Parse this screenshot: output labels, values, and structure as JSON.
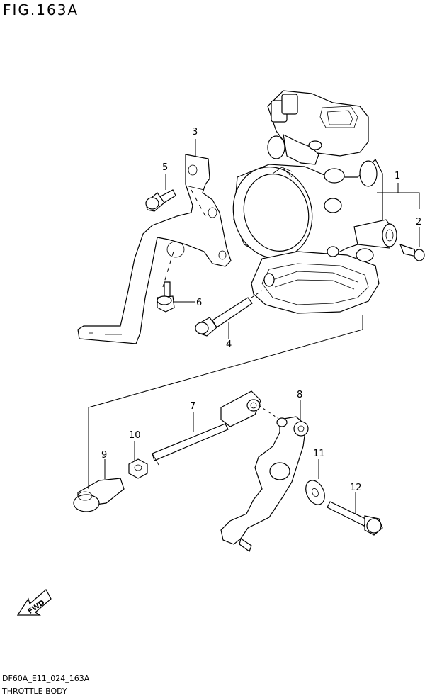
{
  "figure": {
    "title": "FIG.163A"
  },
  "footer": {
    "code": "DF60A_E11_024_163A",
    "name": "THROTTLE BODY"
  },
  "callouts": [
    "1",
    "2",
    "3",
    "4",
    "5",
    "6",
    "7",
    "8",
    "9",
    "10",
    "11",
    "12"
  ],
  "fwd_label": "FWD"
}
